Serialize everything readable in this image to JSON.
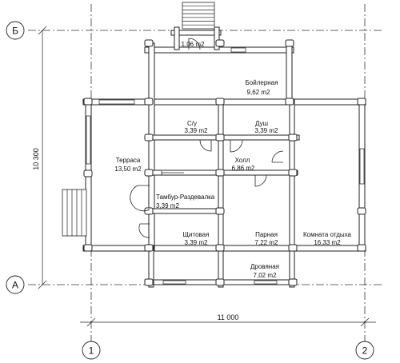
{
  "axes": {
    "top": "Б",
    "bottom": "А",
    "left": "1",
    "right": "2"
  },
  "dimensions": {
    "width": "11 000",
    "height": "10 300"
  },
  "rooms": {
    "vestibule": {
      "area": "1,06 m2"
    },
    "boiler": {
      "name": "Бойлерная",
      "area": "9,62 m2"
    },
    "wc": {
      "name": "С/у",
      "area": "3,39 m2"
    },
    "shower": {
      "name": "Душ",
      "area": "3,39 m2"
    },
    "hall": {
      "name": "Холл",
      "area": "6,86 m2"
    },
    "terrace": {
      "name": "Терраса",
      "area": "13,50 m2"
    },
    "tambour": {
      "name": "Тамбур-Раздевалка",
      "area": "3,39 m2"
    },
    "switchboard": {
      "name": "Щитовая",
      "area": "3,39 m2"
    },
    "steam": {
      "name": "Парная",
      "area": "7,22 m2"
    },
    "rest": {
      "name": "Комната отдыха",
      "area": "16,33 m2"
    },
    "woodshed": {
      "name": "Дровяная",
      "area": "7,02 m2"
    }
  }
}
